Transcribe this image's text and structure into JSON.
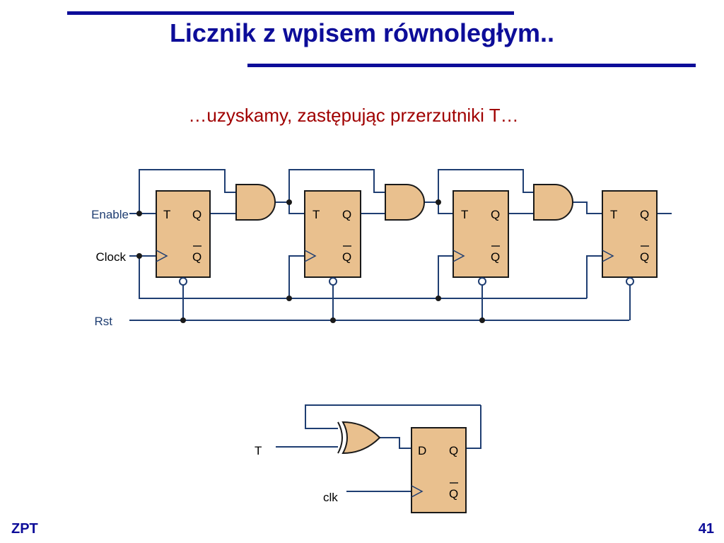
{
  "slide": {
    "title": "Licznik z wpisem równoległym..",
    "subtitle": "…uzyskamy, zastępując przerzutniki T…",
    "footer_left": "ZPT",
    "page_number": "41"
  },
  "top_diagram": {
    "signals": {
      "enable": "Enable",
      "clock": "Clock",
      "reset": "Rst"
    },
    "flipflop_input_label": "T",
    "flipflop_output_label": "Q",
    "flipflop_output_inverted_label": "Q"
  },
  "bottom_diagram": {
    "signals": {
      "t": "T",
      "clk": "clk"
    },
    "flipflop_input_label": "D",
    "flipflop_output_label": "Q",
    "flipflop_output_inverted_label": "Q"
  },
  "colors": {
    "title": "#0d0d99",
    "subtitle": "#a00000",
    "wire": "#1f3e72",
    "component_fill": "#e9c08e",
    "signal_label": "#1f3e72"
  }
}
